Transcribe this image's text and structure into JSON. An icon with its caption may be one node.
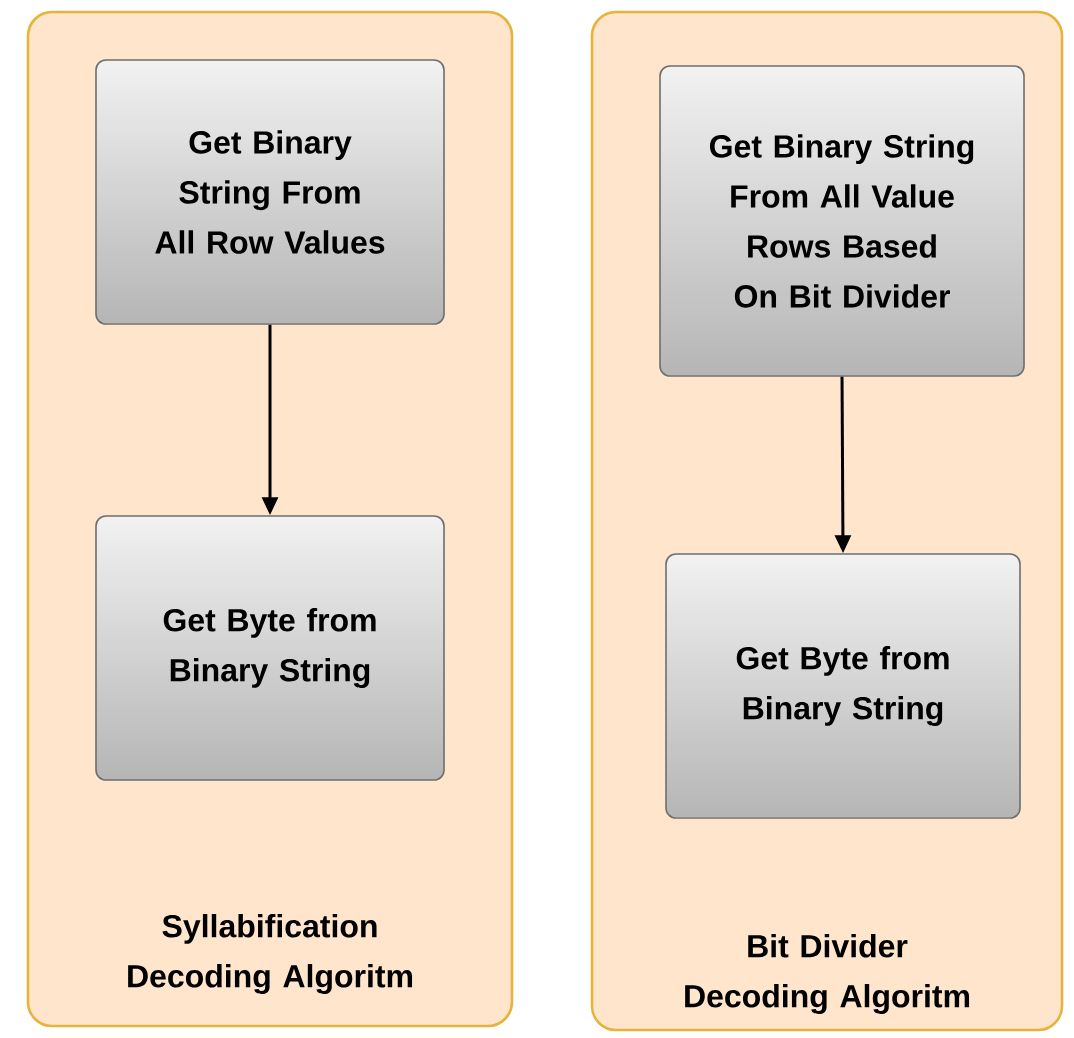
{
  "diagram": {
    "nodes": [
      {
        "text": [
          "Syllabification Decoding Algoritm"
        ]
      },
      {
        "text": [
          "Get Binary String From All Row Values"
        ],
        "in": 0
      },
      {
        "text": [
          "Get Byte from Binary String"
        ],
        "in": 0
      },
      {
        "text": [
          "Bit Divider Decoding Algoritm"
        ]
      },
      {
        "text": [
          "Get Binary String From All Value Rows Based On Bit Divider"
        ],
        "in": 3
      },
      {
        "text": [
          "Get Byte from Binary String"
        ],
        "in": 3
      }
    ],
    "edges": [
      {
        "from": 1,
        "to": 2,
        "arrow": "to"
      },
      {
        "from": 4,
        "to": 5,
        "arrow": "to"
      }
    ]
  }
}
